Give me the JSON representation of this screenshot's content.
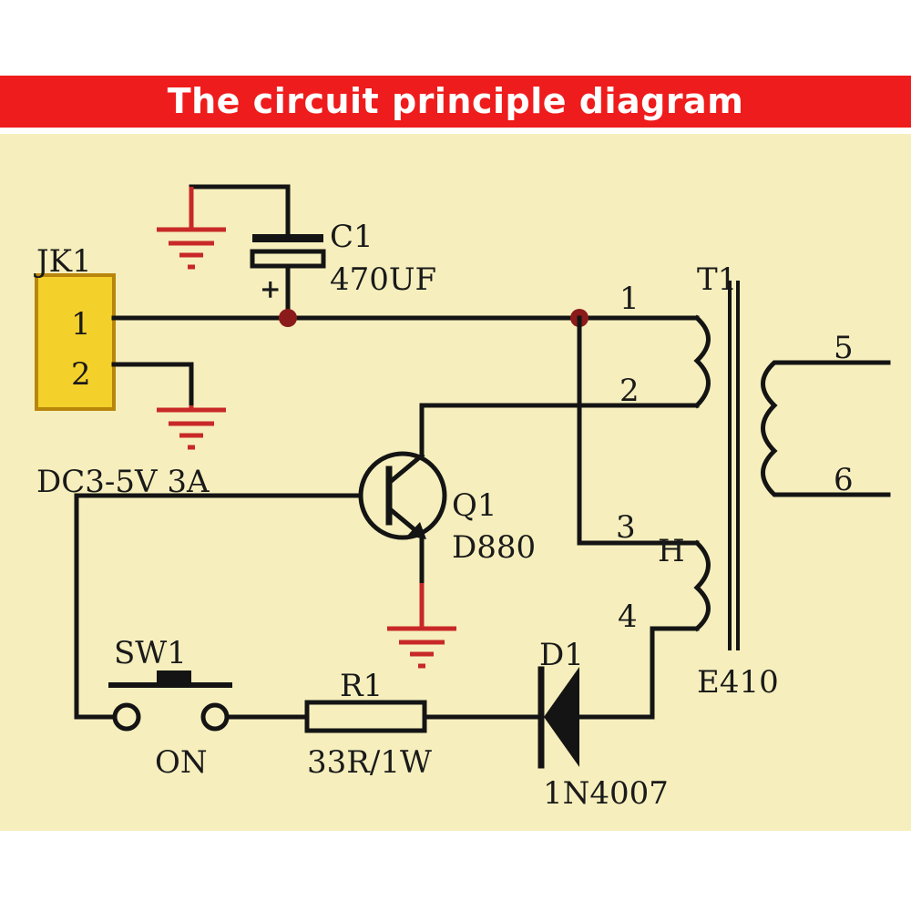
{
  "header": {
    "title": "The circuit principle diagram"
  },
  "colors": {
    "banner": "#ee1c1c",
    "board": "#f6efbd",
    "ground_symbol": "#c82828",
    "connector_fill": "#f4d02a",
    "wire": "#141414",
    "junction": "#8b1a1a"
  },
  "labels": {
    "jk1": "JK1",
    "jk1_pin1": "1",
    "jk1_pin2": "2",
    "supply": "DC3-5V 3A",
    "c1_ref": "C1",
    "c1_value": "470UF",
    "c1_polarity": "+",
    "q1_ref": "Q1",
    "q1_value": "D880",
    "t1_ref": "T1",
    "t1_pin1": "1",
    "t1_pin2": "2",
    "t1_pin3": "3",
    "t1_pin4": "4",
    "t1_pin5": "5",
    "t1_pin6": "6",
    "t1_tap": "H",
    "t1_value": "E410",
    "sw1_ref": "SW1",
    "sw1_state": "ON",
    "r1_ref": "R1",
    "r1_value": "33R/1W",
    "d1_ref": "D1",
    "d1_value": "1N4007"
  }
}
